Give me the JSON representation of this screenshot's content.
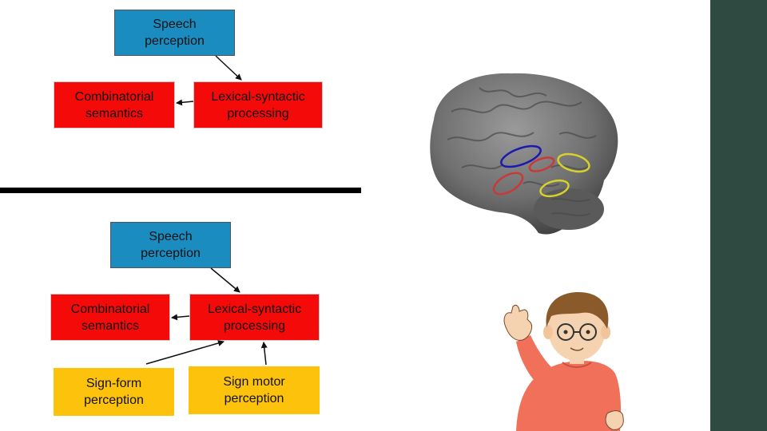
{
  "diagram_top": {
    "speech_perception": [
      "Speech",
      "perception"
    ],
    "combinatorial_semantics": [
      "Combinatorial",
      "semantics"
    ],
    "lexical_syntactic": [
      "Lexical-syntactic",
      "processing"
    ]
  },
  "diagram_bottom": {
    "speech_perception": [
      "Speech",
      "perception"
    ],
    "combinatorial_semantics": [
      "Combinatorial",
      "semantics"
    ],
    "lexical_syntactic": [
      "Lexical-syntactic",
      "processing"
    ],
    "sign_form": [
      "Sign-form",
      "perception"
    ],
    "sign_motor": [
      "Sign motor",
      "perception"
    ]
  },
  "colors": {
    "blue_box": "#1a8cc0",
    "red_box": "#f50a0a",
    "yellow_box": "#fdc30c",
    "sidebar": "#2f4a41",
    "divider": "#000000"
  }
}
